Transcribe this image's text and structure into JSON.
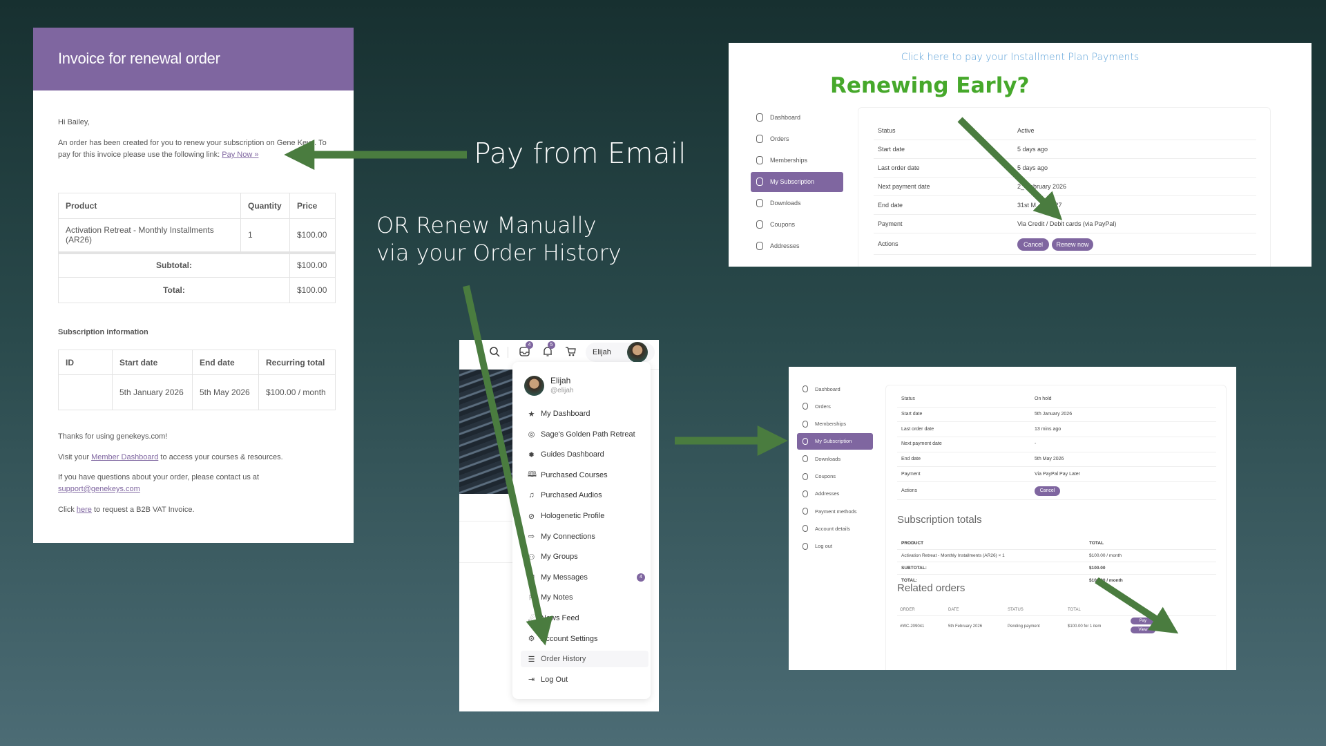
{
  "email": {
    "header_title": "Invoice for renewal order",
    "greeting": "Hi Bailey,",
    "intro": "An order has been created for you to renew your subscription on Gene Keys. To pay for this invoice please use the following link:",
    "pay_link": "Pay Now »",
    "order_table": {
      "headers": [
        "Product",
        "Quantity",
        "Price"
      ],
      "rows": [
        [
          "Activation Retreat - Monthly Installments (AR26)",
          "1",
          "$100.00"
        ]
      ],
      "subtotal_label": "Subtotal:",
      "subtotal": "$100.00",
      "total_label": "Total:",
      "total": "$100.00"
    },
    "subscription_heading": "Subscription information",
    "sub_table": {
      "headers": [
        "ID",
        "Start date",
        "End date",
        "Recurring total"
      ],
      "row": [
        "",
        "5th January 2026",
        "5th May 2026",
        "$100.00 / month"
      ]
    },
    "thanks": "Thanks for using genekeys.com!",
    "visit_pre": "Visit your",
    "visit_link": "Member Dashboard",
    "visit_post": "to access your courses & resources.",
    "questions": "If you have questions about your order, please contact us at",
    "support_email": "support@genekeys.com",
    "click_pre": "Click",
    "click_link": "here",
    "click_post": "to request a B2B VAT Invoice."
  },
  "callouts": {
    "pay_from_email": "Pay from Email",
    "renew_line1": "OR Renew Manually",
    "renew_line2": "via your Order History"
  },
  "early_panel": {
    "installment_link": "Click here to pay your Installment Plan Payments",
    "heading": "Renewing Early?",
    "sidebar": [
      "Dashboard",
      "Orders",
      "Memberships",
      "My Subscription",
      "Downloads",
      "Coupons",
      "Addresses"
    ],
    "active_index": 3,
    "rows": [
      {
        "label": "Status",
        "value": "Active"
      },
      {
        "label": "Start date",
        "value": "5 days ago"
      },
      {
        "label": "Last order date",
        "value": "5 days ago"
      },
      {
        "label": "Next payment date",
        "value": "2_ February 2026"
      },
      {
        "label": "End date",
        "value": "31st M___ 2027"
      },
      {
        "label": "Payment",
        "value": "Via Credit / Debit cards (via PayPal)"
      }
    ],
    "actions_label": "Actions",
    "cancel": "Cancel",
    "renew": "Renew now"
  },
  "menu": {
    "inbox_count": "4",
    "notif_count": "5",
    "user_name": "Elijah",
    "handle": "@elijah",
    "items": [
      {
        "label": "My Dashboard",
        "icon": "★",
        "name": "star-icon"
      },
      {
        "label": "Sage's Golden Path Retreat",
        "icon": "◎",
        "name": "camera-icon"
      },
      {
        "label": "Guides Dashboard",
        "icon": "✹",
        "name": "gear-sun-icon"
      },
      {
        "label": "Purchased Courses",
        "icon": "🕮",
        "name": "book-icon"
      },
      {
        "label": "Purchased Audios",
        "icon": "♫",
        "name": "music-icon"
      },
      {
        "label": "Hologenetic Profile",
        "icon": "⊘",
        "name": "compass-icon"
      },
      {
        "label": "My Connections",
        "icon": "⇨",
        "name": "share-icon"
      },
      {
        "label": "My Groups",
        "icon": "⚇",
        "name": "groups-icon"
      },
      {
        "label": "My Messages",
        "icon": "✉",
        "name": "inbox-icon",
        "badge": "4"
      },
      {
        "label": "My Notes",
        "icon": "⚐",
        "name": "bookmark-icon"
      },
      {
        "label": "News Feed",
        "icon": "☄",
        "name": "feed-icon"
      },
      {
        "label": "Account Settings",
        "icon": "⚙",
        "name": "settings-icon"
      },
      {
        "label": "Order History",
        "icon": "☰",
        "name": "order-history-icon"
      },
      {
        "label": "Log Out",
        "icon": "⇥",
        "name": "logout-icon"
      }
    ],
    "highlight_index": 12
  },
  "hold_panel": {
    "sidebar": [
      "Dashboard",
      "Orders",
      "Memberships",
      "My Subscription",
      "Downloads",
      "Coupons",
      "Addresses",
      "Payment methods",
      "Account details",
      "Log out"
    ],
    "active_index": 3,
    "rows": [
      {
        "label": "Status",
        "value": "On hold"
      },
      {
        "label": "Start date",
        "value": "5th January 2026"
      },
      {
        "label": "Last order date",
        "value": "13 mins ago"
      },
      {
        "label": "Next payment date",
        "value": "-"
      },
      {
        "label": "End date",
        "value": "5th May 2026"
      },
      {
        "label": "Payment",
        "value": "Via PayPal Pay Later"
      }
    ],
    "actions_label": "Actions",
    "cancel": "Cancel",
    "totals_heading": "Subscription totals",
    "totals_headers": [
      "PRODUCT",
      "TOTAL"
    ],
    "totals_rows": [
      [
        "Activation Retreat - Monthly Installments (AR26) × 1",
        "$100.00 / month"
      ],
      [
        "SUBTOTAL:",
        "$100.00"
      ],
      [
        "TOTAL:",
        "$100.00 / month"
      ]
    ],
    "related_heading": "Related orders",
    "related_headers": [
      "ORDER",
      "DATE",
      "STATUS",
      "TOTAL"
    ],
    "related_row": [
      "#WC-209041",
      "5th February 2026",
      "Pending payment",
      "$100.00 for 1 item"
    ],
    "pay": "Pay",
    "view": "View"
  },
  "colors": {
    "brand_purple": "#7f66a0",
    "arrow_green": "#4a7c3f",
    "heading_green": "#46a82b",
    "link_blue": "#5aa0d8"
  }
}
